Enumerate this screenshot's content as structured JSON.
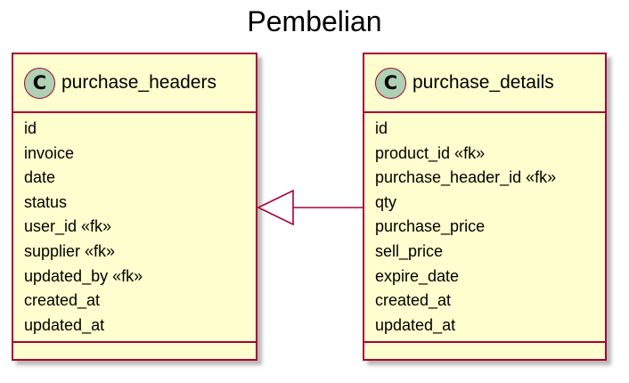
{
  "title": "Pembelian",
  "classes": {
    "headers": {
      "badge": "C",
      "name": "purchase_headers",
      "fields": [
        "id",
        "invoice",
        "date",
        "status",
        "user_id «fk»",
        "supplier «fk»",
        "updated_by «fk»",
        "created_at",
        "updated_at"
      ]
    },
    "details": {
      "badge": "C",
      "name": "purchase_details",
      "fields": [
        "id",
        "product_id «fk»",
        "purchase_header_id «fk»",
        "qty",
        "purchase_price",
        "sell_price",
        "expire_date",
        "created_at",
        "updated_at"
      ]
    }
  },
  "relation": {
    "type": "extension",
    "from": "purchase_details",
    "to": "purchase_headers"
  },
  "colors": {
    "border": "#a80036",
    "fill": "#fefece",
    "badge": "#add1b2"
  }
}
